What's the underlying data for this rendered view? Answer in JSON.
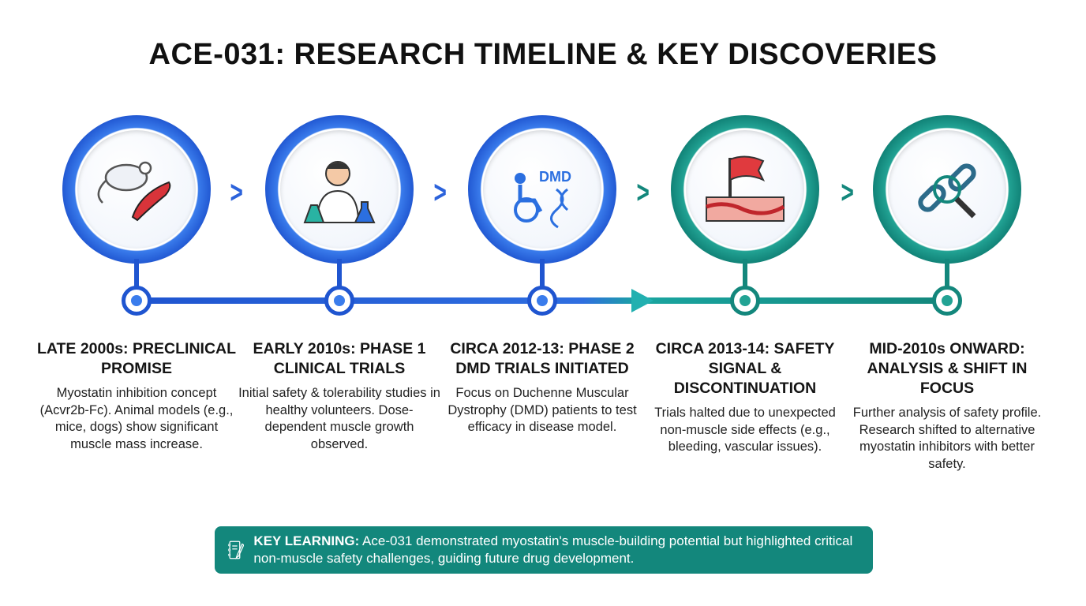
{
  "title": "ACE-031: RESEARCH TIMELINE & KEY DISCOVERIES",
  "colors": {
    "blue": "#1f55d0",
    "teal": "#13877c"
  },
  "stages": [
    {
      "heading": "LATE 2000s: PRECLINICAL PROMISE",
      "body": "Myostatin inhibition concept (Acvr2b-Fc). Animal models (e.g., mice, dogs) show significant muscle mass increase.",
      "icon": "mouse-muscle-icon"
    },
    {
      "heading": "EARLY 2010s: PHASE 1 CLINICAL TRIALS",
      "body": "Initial safety & tolerability studies in healthy volunteers. Dose-dependent muscle growth observed.",
      "icon": "scientist-icon"
    },
    {
      "heading": "CIRCA 2012-13: PHASE 2 DMD TRIALS INITIATED",
      "body": "Focus on Duchenne Muscular Dystrophy (DMD) patients to test efficacy in disease model.",
      "icon": "wheelchair-dna-icon",
      "icon_text": "DMD"
    },
    {
      "heading": "CIRCA 2013-14: SAFETY SIGNAL & DISCONTINUATION",
      "body": "Trials halted due to unexpected non-muscle side effects (e.g., bleeding, vascular issues).",
      "icon": "red-flag-vessel-icon"
    },
    {
      "heading": "MID-2010s ONWARD: ANALYSIS & SHIFT IN FOCUS",
      "body": "Further analysis of safety profile. Research shifted to alternative myostatin inhibitors with better safety.",
      "icon": "broken-chain-magnifier-icon"
    }
  ],
  "key_learning": {
    "label": "KEY LEARNING:",
    "text": "Ace-031 demonstrated myostatin's muscle-building potential but highlighted critical non-muscle safety challenges, guiding future drug development."
  }
}
